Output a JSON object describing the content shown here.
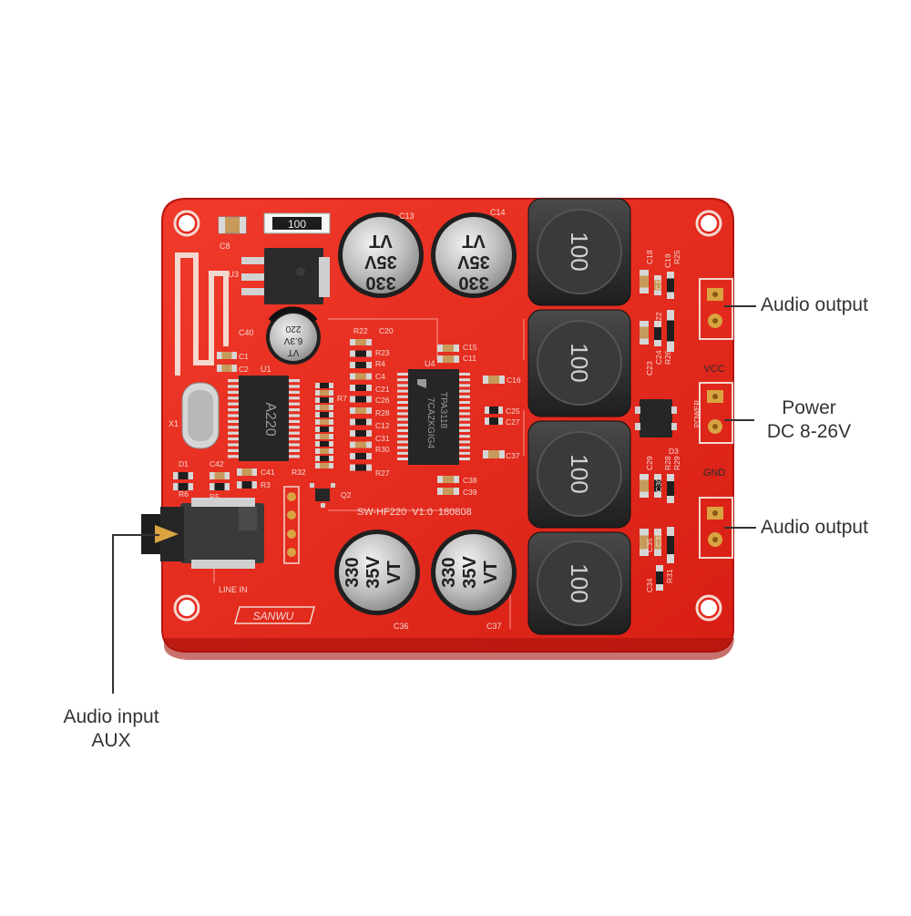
{
  "board": {
    "model_text": "SW-HF220  V1.0  180808",
    "brand_logo": "SANWU",
    "jack_label": "LINE IN",
    "power_label": "POWER",
    "vcc_label": "VCC",
    "gnd_label": "GND",
    "ic_main_text": "A220",
    "ic_amp_line1": "7CAZKGIG4",
    "ic_amp_line2": "TPA3118",
    "ic_amp_logo": "ti-logo-icon",
    "resistor_text": "100",
    "cap_top_left": {
      "value": "330",
      "voltage": "35V",
      "series": "VT",
      "ref": "C13"
    },
    "cap_top_right": {
      "value": "330",
      "voltage": "35V",
      "series": "VT",
      "ref": "C14"
    },
    "cap_bottom_left": {
      "value": "330",
      "voltage": "35V",
      "series": "VT",
      "ref": "C36"
    },
    "cap_bottom_right": {
      "value": "330",
      "voltage": "35V",
      "series": "VT",
      "ref": "C37"
    },
    "cap_small": {
      "value": "220",
      "voltage": "6.3V",
      "series": "VT",
      "ref": "C40"
    },
    "inductor_text": "100",
    "silkscreen_refs": {
      "c8": "C8",
      "u3": "U3",
      "u1": "U1",
      "u4": "U4",
      "c1": "C1",
      "c2": "C2",
      "x1": "X1",
      "d1": "D1",
      "r6": "R6",
      "r5": "R5",
      "c42": "C42",
      "c41": "C41",
      "r3": "R3",
      "r32": "R32",
      "q2": "Q2",
      "r22": "R22",
      "c20": "C20",
      "r23": "R23",
      "r4": "R4",
      "c15": "C15",
      "c11": "C11",
      "c16": "C16",
      "c25": "C25",
      "c27": "C27",
      "c38": "C38",
      "c39": "C39",
      "c18": "C18",
      "c17": "C17",
      "c19": "C19",
      "r25": "R25",
      "r22b": "R22",
      "c23": "C23",
      "c24": "C24",
      "r26": "R26",
      "d3": "D3",
      "c29": "C29",
      "r28": "R28",
      "r29": "R29",
      "c30": "C30",
      "c33": "C33",
      "c35": "C35",
      "c34": "C34",
      "r31": "R31",
      "c4": "C4",
      "c21": "C21",
      "c26": "C26",
      "r28b": "R28",
      "c12": "C12",
      "c31": "C31",
      "r30": "R30",
      "r27": "R27",
      "c37b": "C37",
      "r7": "R7"
    },
    "colors": {
      "pcb": "#e8261c",
      "pcb_edge": "#c21810",
      "silk": "#f4d8d0",
      "copper": "#d9a441",
      "metal": "#c9c9c9",
      "body_dark": "#2b2b2b"
    }
  },
  "callouts": {
    "audio_output_top": "Audio output",
    "power_line1": "Power",
    "power_line2": "DC 8-26V",
    "audio_output_bottom": "Audio output",
    "audio_input_line1": "Audio input",
    "audio_input_line2": "AUX"
  }
}
